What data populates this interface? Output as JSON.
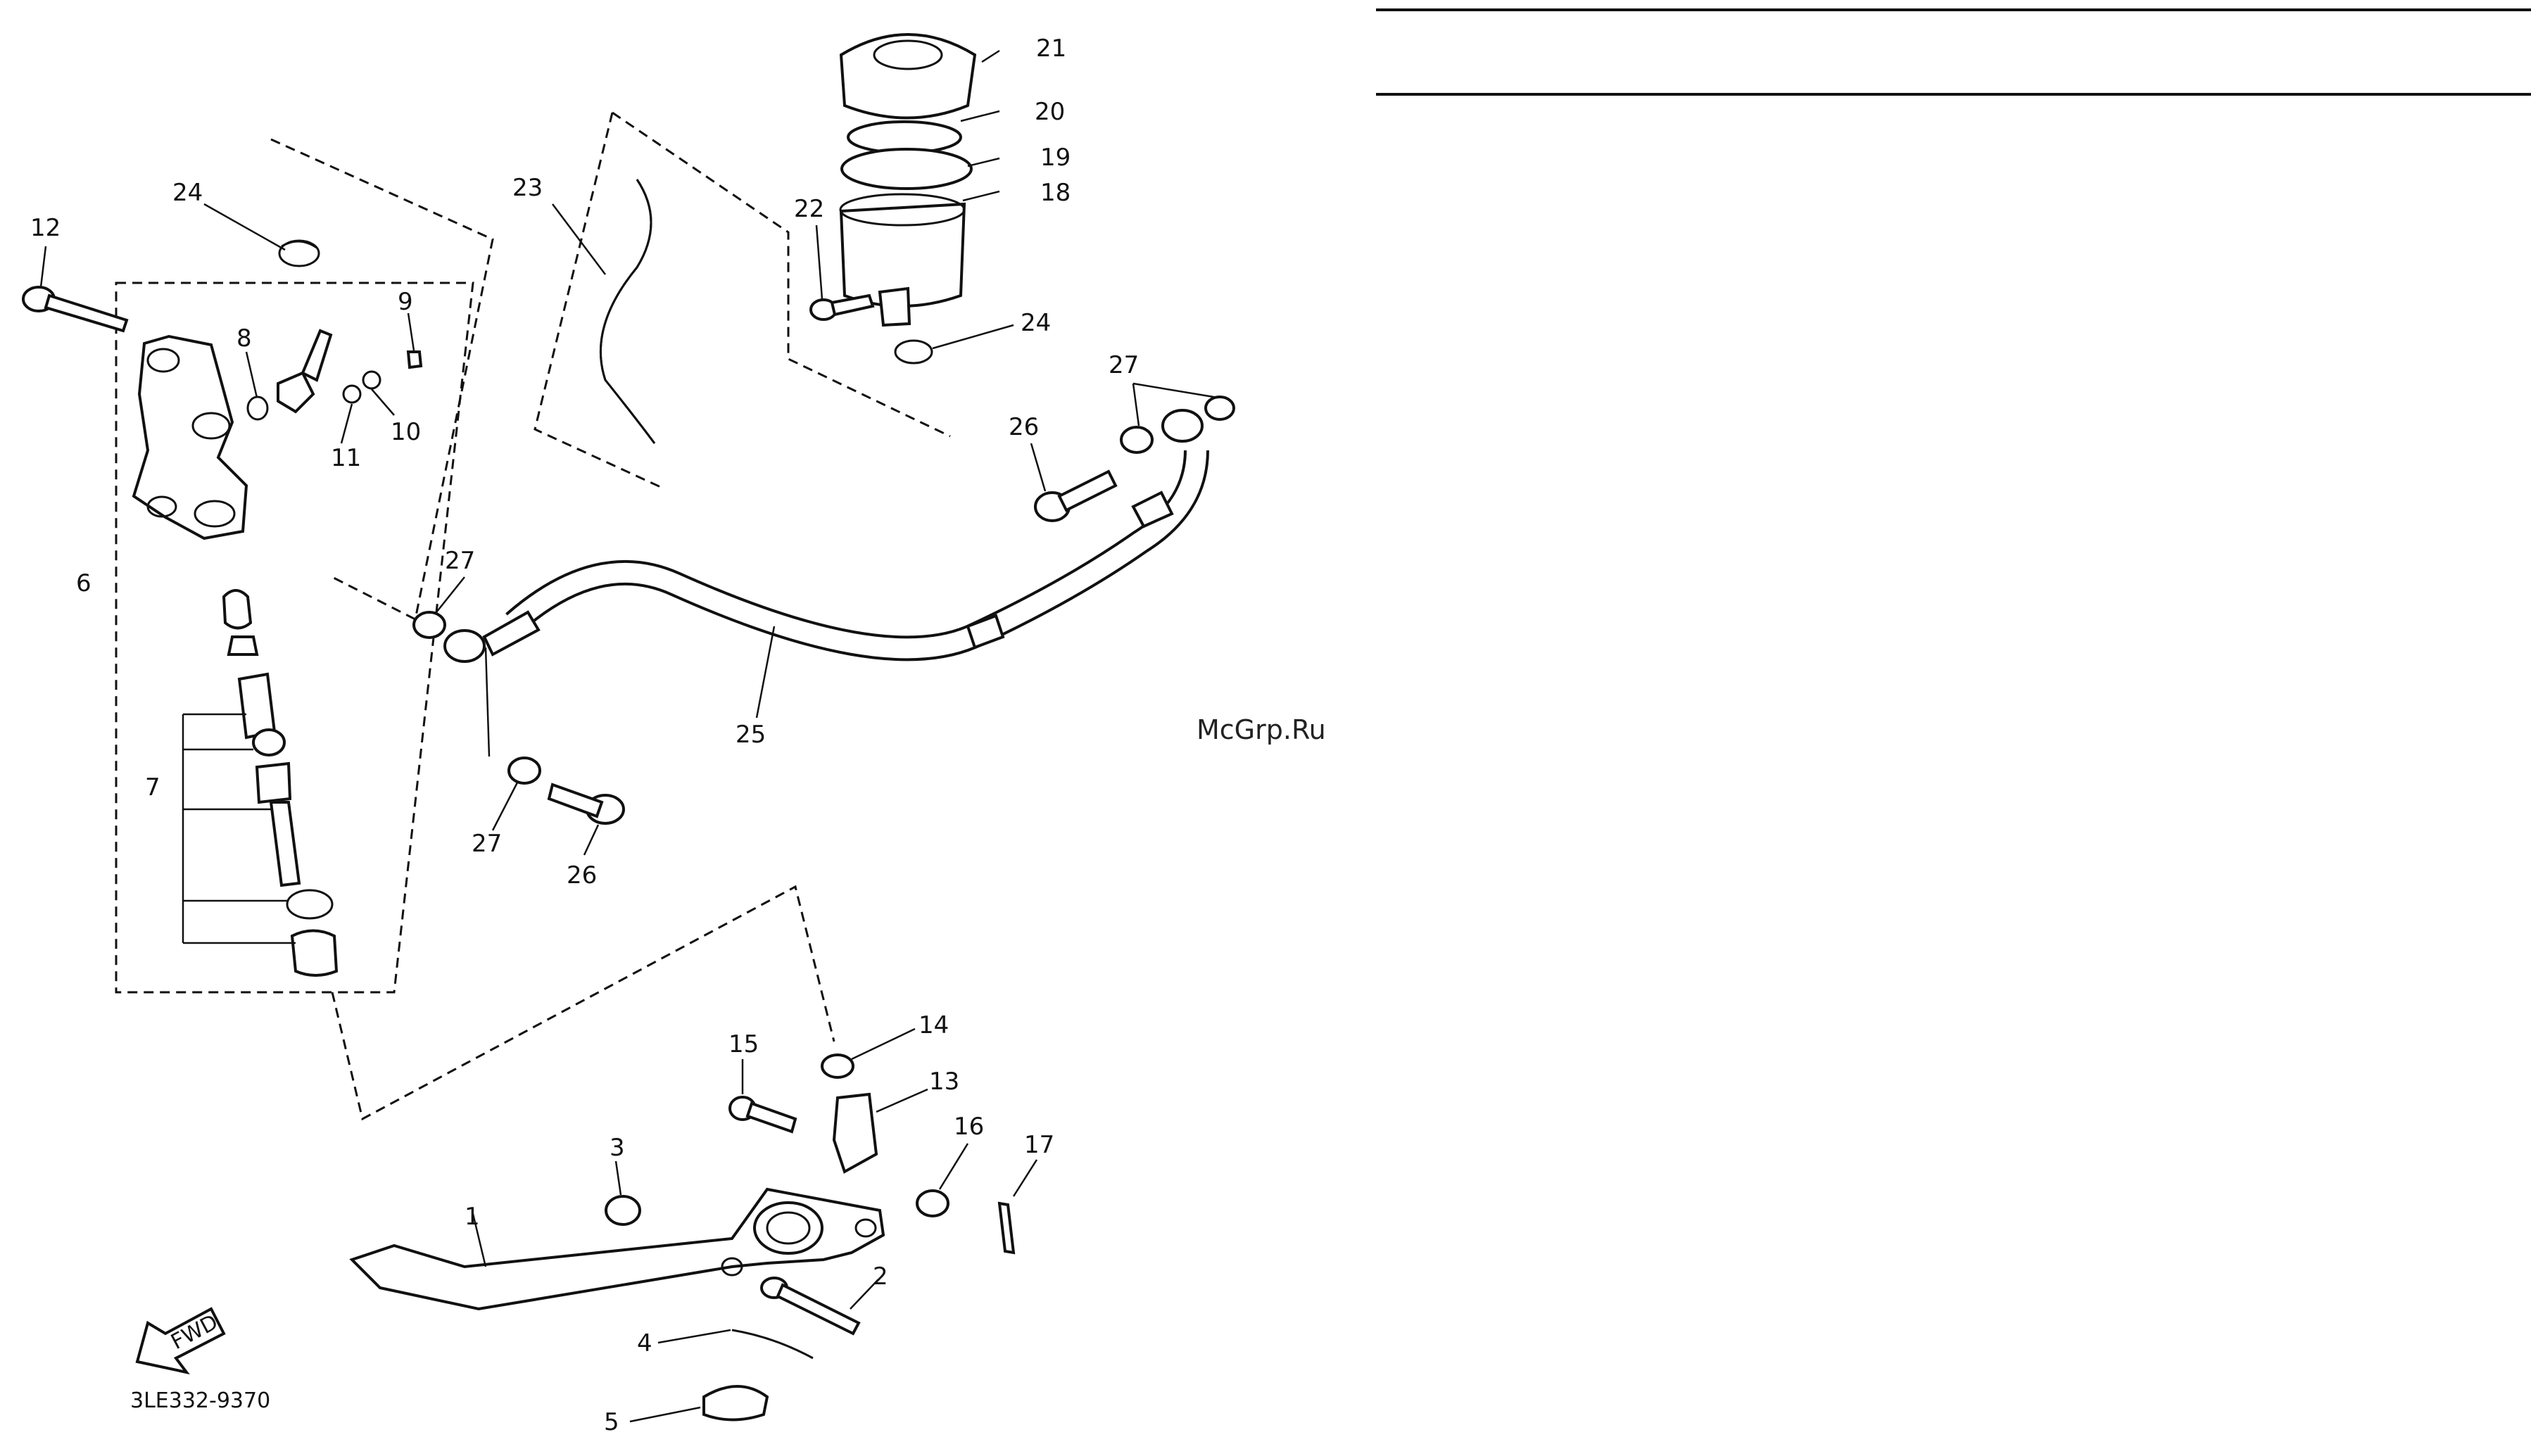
{
  "callouts": [
    {
      "id": "c1",
      "text": "1"
    },
    {
      "id": "c2",
      "text": "2"
    },
    {
      "id": "c3",
      "text": "3"
    },
    {
      "id": "c4",
      "text": "4"
    },
    {
      "id": "c5",
      "text": "5"
    },
    {
      "id": "c6",
      "text": "6"
    },
    {
      "id": "c7",
      "text": "7"
    },
    {
      "id": "c8",
      "text": "8"
    },
    {
      "id": "c9",
      "text": "9"
    },
    {
      "id": "c10",
      "text": "10"
    },
    {
      "id": "c11",
      "text": "11"
    },
    {
      "id": "c12",
      "text": "12"
    },
    {
      "id": "c13",
      "text": "13"
    },
    {
      "id": "c14",
      "text": "14"
    },
    {
      "id": "c15",
      "text": "15"
    },
    {
      "id": "c16",
      "text": "16"
    },
    {
      "id": "c17",
      "text": "17"
    },
    {
      "id": "c18",
      "text": "18"
    },
    {
      "id": "c19",
      "text": "19"
    },
    {
      "id": "c20",
      "text": "20"
    },
    {
      "id": "c21",
      "text": "21"
    },
    {
      "id": "c22",
      "text": "22"
    },
    {
      "id": "c23",
      "text": "23"
    },
    {
      "id": "c24a",
      "text": "24"
    },
    {
      "id": "c24b",
      "text": "24"
    },
    {
      "id": "c25",
      "text": "25"
    },
    {
      "id": "c26a",
      "text": "26"
    },
    {
      "id": "c26b",
      "text": "26"
    },
    {
      "id": "c27a",
      "text": "27"
    },
    {
      "id": "c27b",
      "text": "27"
    },
    {
      "id": "c27c",
      "text": "27"
    }
  ],
  "fwd_label": "FWD",
  "diagram_code": "3LE332-9370",
  "watermark": "McGrp.Ru"
}
